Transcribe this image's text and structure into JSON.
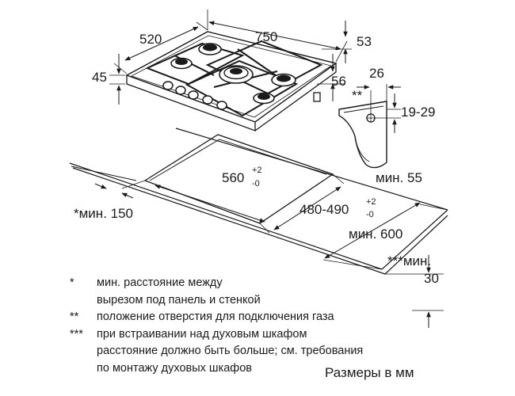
{
  "dims": {
    "depth": "520",
    "width": "750",
    "height": "45",
    "edge_right": "53",
    "edge_front": "56",
    "cut_w_base": "560",
    "cut_w_plus": "+2",
    "cut_w_minus": "-0",
    "cut_d_base": "480-490",
    "cut_d_plus": "+2",
    "cut_d_minus": "-0",
    "min_55": "мин. 55",
    "min_150": "*мин. 150",
    "min_600": "мин. 600",
    "min_30_label": "***мин.",
    "min_30_value": "30",
    "bracket_26": "26",
    "bracket_19_29": "19-29",
    "bracket_marker": "**"
  },
  "notes": [
    {
      "mark": "*",
      "lines": [
        "мин. расстояние между",
        "вырезом под панель и стенкой"
      ]
    },
    {
      "mark": "**",
      "lines": [
        "положение отверстия для подключения газа"
      ]
    },
    {
      "mark": "***",
      "lines": [
        "при встраивании над духовым шкафом",
        "расстояние должно быть больше; см. требования",
        "по монтажу духовых шкафов"
      ]
    }
  ],
  "units": "Размеры в мм"
}
